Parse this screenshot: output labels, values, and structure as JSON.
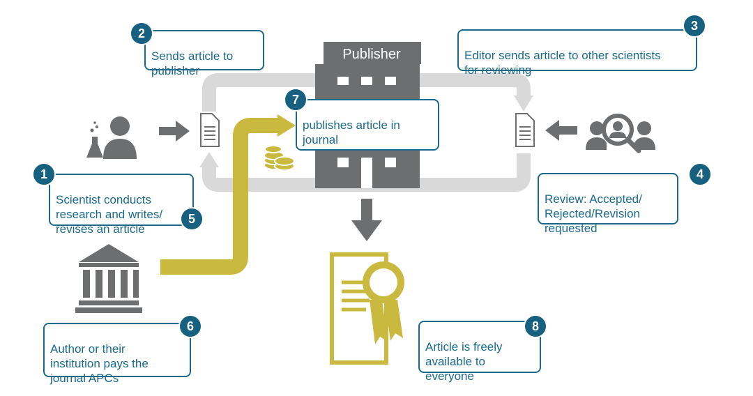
{
  "publisher_label": "Publisher",
  "steps": [
    {
      "number": "1",
      "text": "Scientist conducts\nresearch and writes/\nrevises an article"
    },
    {
      "number": "2",
      "text": "Sends article to\npublisher"
    },
    {
      "number": "3",
      "text": "Editor sends article to other scientists\nfor reviewing"
    },
    {
      "number": "4",
      "text": "Review: Accepted/\nRejected/Revision\nrequested"
    },
    {
      "number": "5",
      "text": ""
    },
    {
      "number": "6",
      "text": "Author or their\ninstitution pays the\njournal APCs"
    },
    {
      "number": "7",
      "text": "publishes article in\njournal"
    },
    {
      "number": "8",
      "text": "Article is freely\navailable to\neveryone"
    }
  ],
  "colors": {
    "accent": "#1b6a8c",
    "badge": "#17607f",
    "gray_dark": "#6d6e70",
    "gray_light": "#d9d9d9",
    "gold": "#c9b93f"
  },
  "icons": [
    "scientist-icon",
    "document-icon",
    "reviewers-icon",
    "institution-icon",
    "coins-icon",
    "certificate-icon",
    "publisher-building-icon"
  ]
}
